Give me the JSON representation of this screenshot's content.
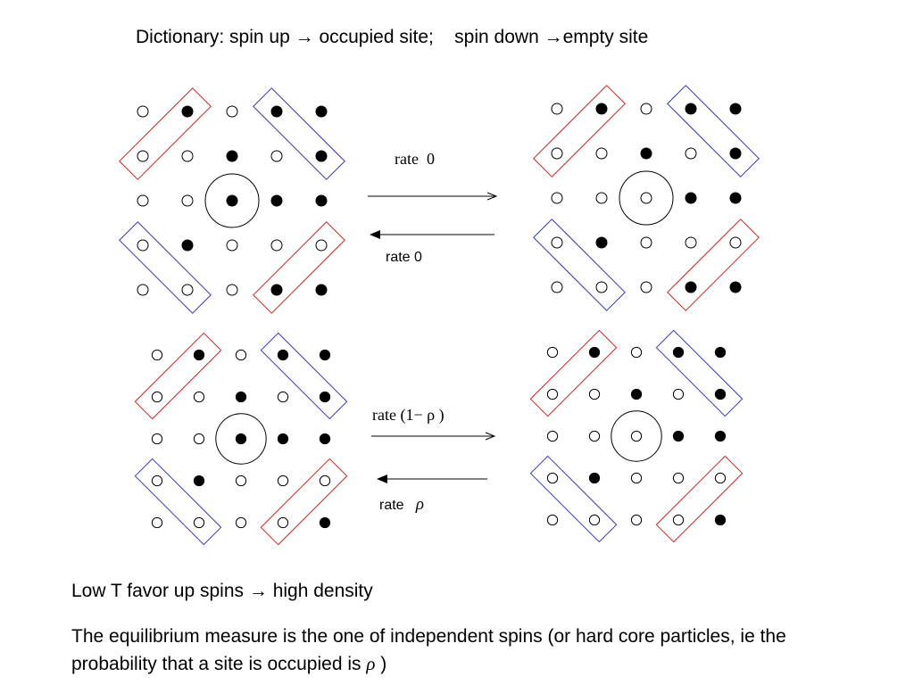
{
  "title": {
    "prefix": "Dictionary: spin up",
    "arrow": "→",
    "middle": "occupied site;    spin down",
    "suffix": "empty site"
  },
  "colors": {
    "red_box": "#cc2222",
    "blue_box": "#3333bb",
    "occupied": "#000000",
    "empty_stroke": "#000000"
  },
  "upper_rates": {
    "forward": "rate  0",
    "backward": "rate 0"
  },
  "lower_rates": {
    "forward": "rate (1− ρ )",
    "backward_prefix": "rate",
    "backward_symbol": "ρ"
  },
  "text": {
    "line1_prefix": "Low T favor up spins",
    "line1_arrow": "→",
    "line1_suffix": "high density",
    "line2_main": "The equilibrium measure is the one of independent spins (or hard core particles, ie the probability that a site is occupied is",
    "line2_symbol": "ρ",
    "line2_end": ")"
  },
  "configurations": {
    "top_left": [
      [
        0,
        1,
        0,
        1,
        1
      ],
      [
        0,
        0,
        1,
        0,
        1
      ],
      [
        0,
        0,
        1,
        1,
        1
      ],
      [
        0,
        1,
        0,
        0,
        0
      ],
      [
        0,
        0,
        0,
        1,
        1
      ]
    ],
    "top_right": [
      [
        0,
        1,
        0,
        1,
        1
      ],
      [
        0,
        0,
        1,
        0,
        1
      ],
      [
        0,
        0,
        0,
        1,
        1
      ],
      [
        0,
        1,
        0,
        0,
        0
      ],
      [
        0,
        0,
        0,
        1,
        1
      ]
    ],
    "bottom_left": [
      [
        0,
        1,
        0,
        1,
        1
      ],
      [
        0,
        0,
        1,
        0,
        1
      ],
      [
        0,
        0,
        1,
        1,
        1
      ],
      [
        0,
        1,
        0,
        0,
        0
      ],
      [
        0,
        0,
        0,
        0,
        1
      ]
    ],
    "bottom_right": [
      [
        0,
        1,
        0,
        1,
        1
      ],
      [
        0,
        0,
        1,
        0,
        1
      ],
      [
        0,
        0,
        0,
        1,
        1
      ],
      [
        0,
        1,
        0,
        0,
        0
      ],
      [
        0,
        0,
        0,
        0,
        1
      ]
    ]
  }
}
